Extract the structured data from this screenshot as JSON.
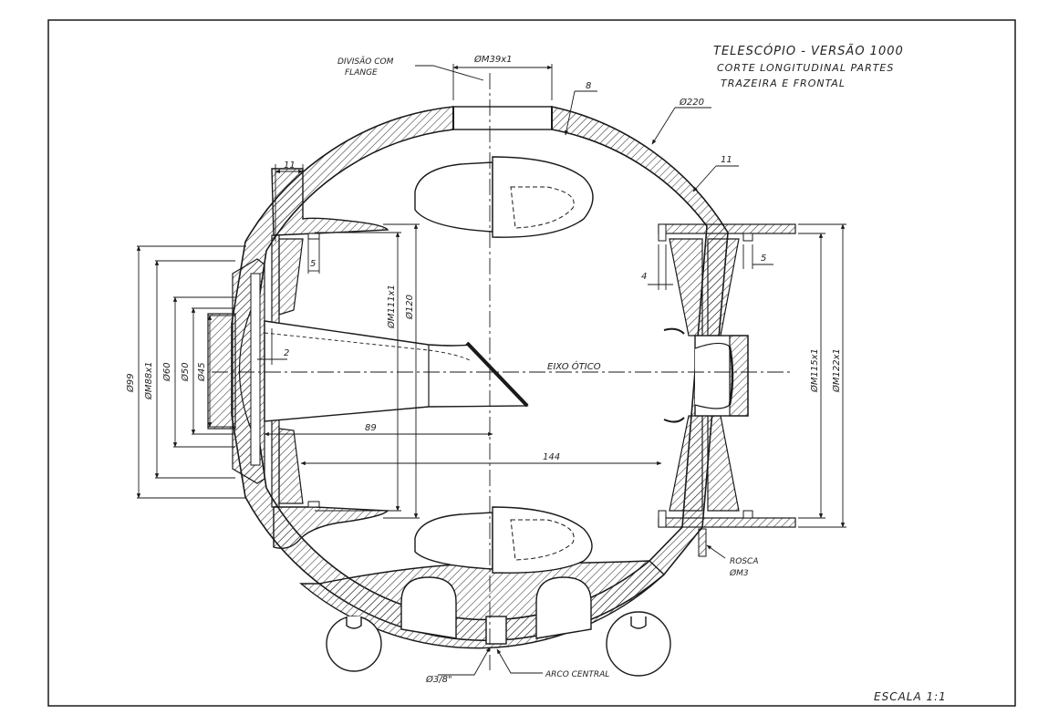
{
  "title": {
    "line1": "TELESCÓPIO - VERSÃO 1000",
    "line2": "CORTE LONGITUDINAL PARTES",
    "line3": "TRAZEIRA E FRONTAL"
  },
  "scale": "ESCALA 1:1",
  "labels": {
    "flange_line1": "DIVISÃO COM",
    "flange_line2": "FLANGE",
    "optical_axis": "EIXO ÓTICO",
    "thread_line1": "ROSCA",
    "thread_line2": "ØM3",
    "central_arc": "ARCO CENTRAL",
    "bolt": "Ø3/8\""
  },
  "dimensions": {
    "top_port": "ØM39x1",
    "wall_8": "8",
    "outer_dia": "Ø220",
    "wall_11_right": "11",
    "wall_11_left": "11",
    "gap_5_left": "5",
    "gap_5_right": "5",
    "gap_4": "4",
    "gap_2": "2",
    "len_89": "89",
    "len_144": "144",
    "d_99": "Ø99",
    "d_m88": "ØM88x1",
    "d_60": "Ø60",
    "d_50": "Ø50",
    "d_45": "Ø45",
    "d_m111": "ØM111x1",
    "d_120": "Ø120",
    "d_m115": "ØM115x1",
    "d_m122": "ØM122x1"
  },
  "colors": {
    "ink": "#1a1a1a",
    "paper": "#ffffff"
  }
}
